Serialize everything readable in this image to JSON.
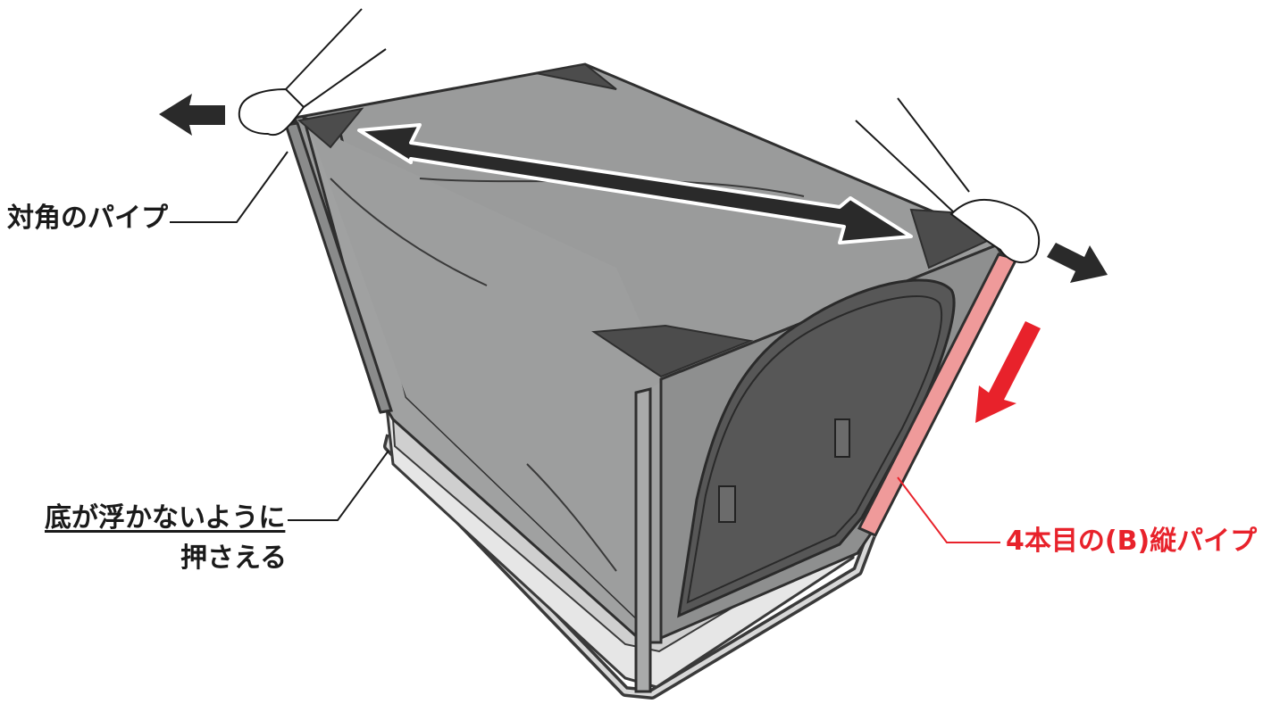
{
  "labels": {
    "diagonal_pipe": "対角のパイプ",
    "hold_bottom_line1": "底が浮かないように",
    "hold_bottom_line2": "押さえる",
    "fourth_pipe": "4本目の(B)縦パイプ"
  },
  "colors": {
    "fabric_dark": "#5a5a5a",
    "fabric_mid": "#9a9b9b",
    "fabric_light": "#a7a8a8",
    "frame": "#3a3a3a",
    "highlight_pipe": "#ef9a9a",
    "accent_red": "#e8222b",
    "mesh": "#e6e6e6"
  }
}
